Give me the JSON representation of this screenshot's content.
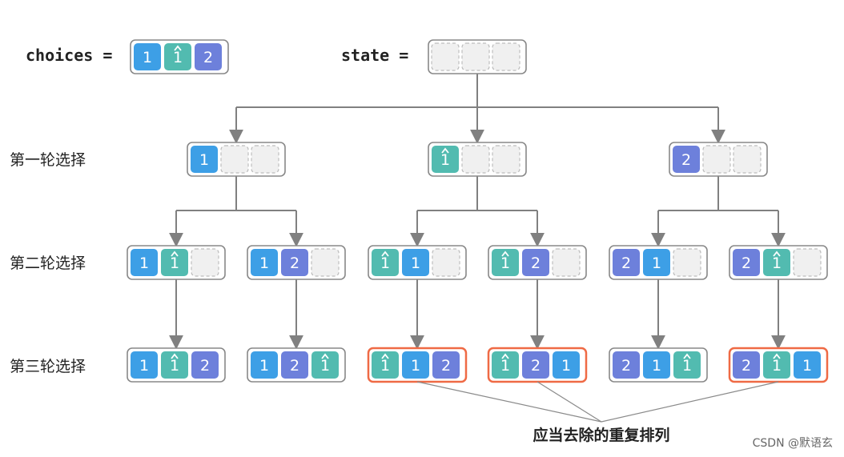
{
  "labels": {
    "choices": "choices =",
    "state": "state =",
    "round1": "第一轮选择",
    "round2": "第二轮选择",
    "round3": "第三轮选择",
    "duplicate_note": "应当去除的重复排列",
    "watermark": "CSDN @默语玄"
  },
  "cell_types": {
    "a": {
      "text": "1",
      "hat": false,
      "color": "#3d9fe6"
    },
    "b": {
      "text": "1",
      "hat": true,
      "color": "#52bbb0"
    },
    "c": {
      "text": "2",
      "hat": false,
      "color": "#6d80db"
    }
  },
  "colors": {
    "empty_fill": "#f0f0f0",
    "empty_border": "#bdbdbd",
    "box_border": "#888888",
    "connector": "#808080",
    "highlight": "#ef6a45"
  },
  "choices": [
    "a",
    "b",
    "c"
  ],
  "root_state": [
    "",
    "",
    ""
  ],
  "level1": [
    [
      "a",
      "",
      ""
    ],
    [
      "b",
      "",
      ""
    ],
    [
      "c",
      "",
      ""
    ]
  ],
  "level2": [
    [
      "a",
      "b",
      ""
    ],
    [
      "a",
      "c",
      ""
    ],
    [
      "b",
      "a",
      ""
    ],
    [
      "b",
      "c",
      ""
    ],
    [
      "c",
      "a",
      ""
    ],
    [
      "c",
      "b",
      ""
    ]
  ],
  "level3": [
    {
      "cells": [
        "a",
        "b",
        "c"
      ],
      "duplicate": false
    },
    {
      "cells": [
        "a",
        "c",
        "b"
      ],
      "duplicate": false
    },
    {
      "cells": [
        "b",
        "a",
        "c"
      ],
      "duplicate": true
    },
    {
      "cells": [
        "b",
        "c",
        "a"
      ],
      "duplicate": true
    },
    {
      "cells": [
        "c",
        "a",
        "b"
      ],
      "duplicate": false
    },
    {
      "cells": [
        "c",
        "b",
        "a"
      ],
      "duplicate": true
    }
  ]
}
